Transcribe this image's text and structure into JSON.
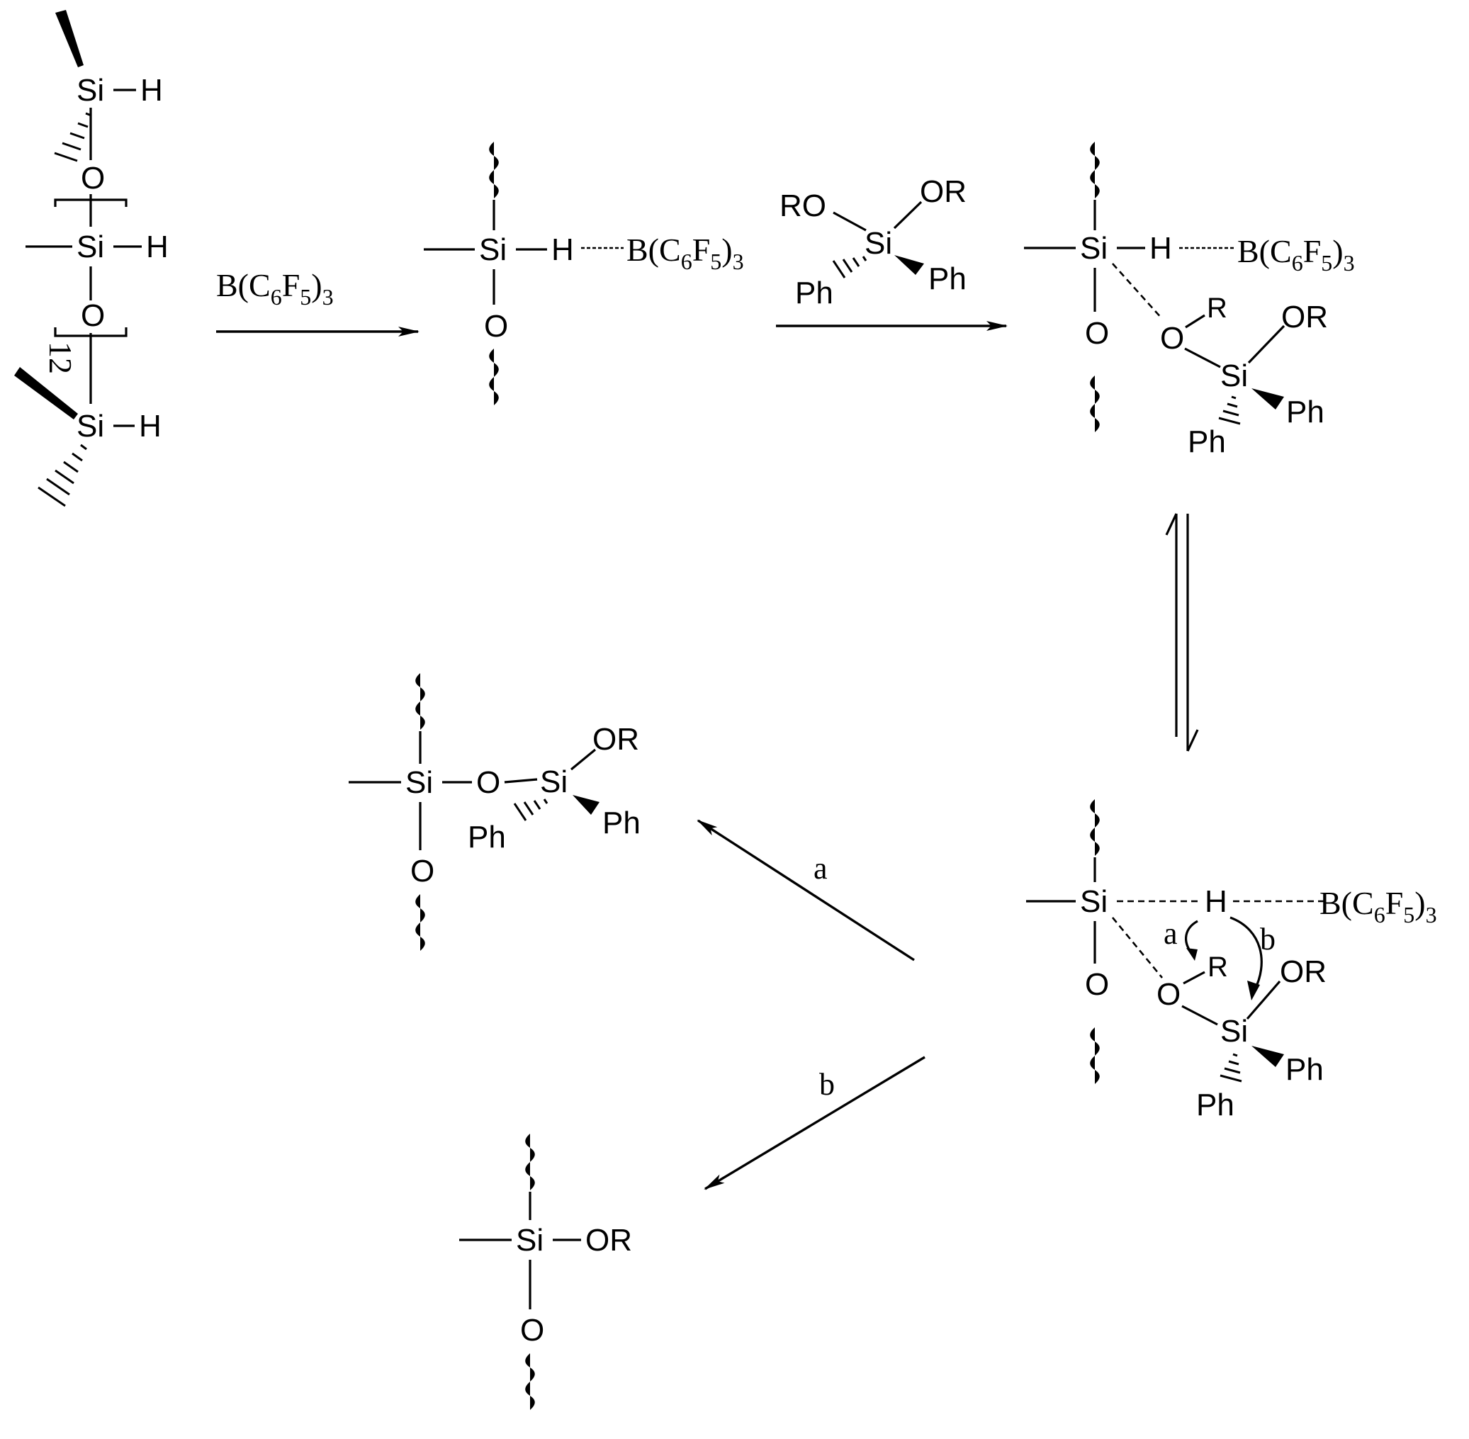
{
  "atoms": {
    "si": "Si",
    "h": "H",
    "o": "O",
    "or": "OR",
    "ro": "RO",
    "r": "R",
    "ph": "Ph"
  },
  "reagents": {
    "catalyst_prefix": "B(C",
    "sub6": "6",
    "f": "F",
    "sub5": "5",
    "close": ")",
    "sub3": "3"
  },
  "polymer": {
    "repeat_count": "12"
  },
  "pathways": {
    "a": "a",
    "b": "b"
  }
}
